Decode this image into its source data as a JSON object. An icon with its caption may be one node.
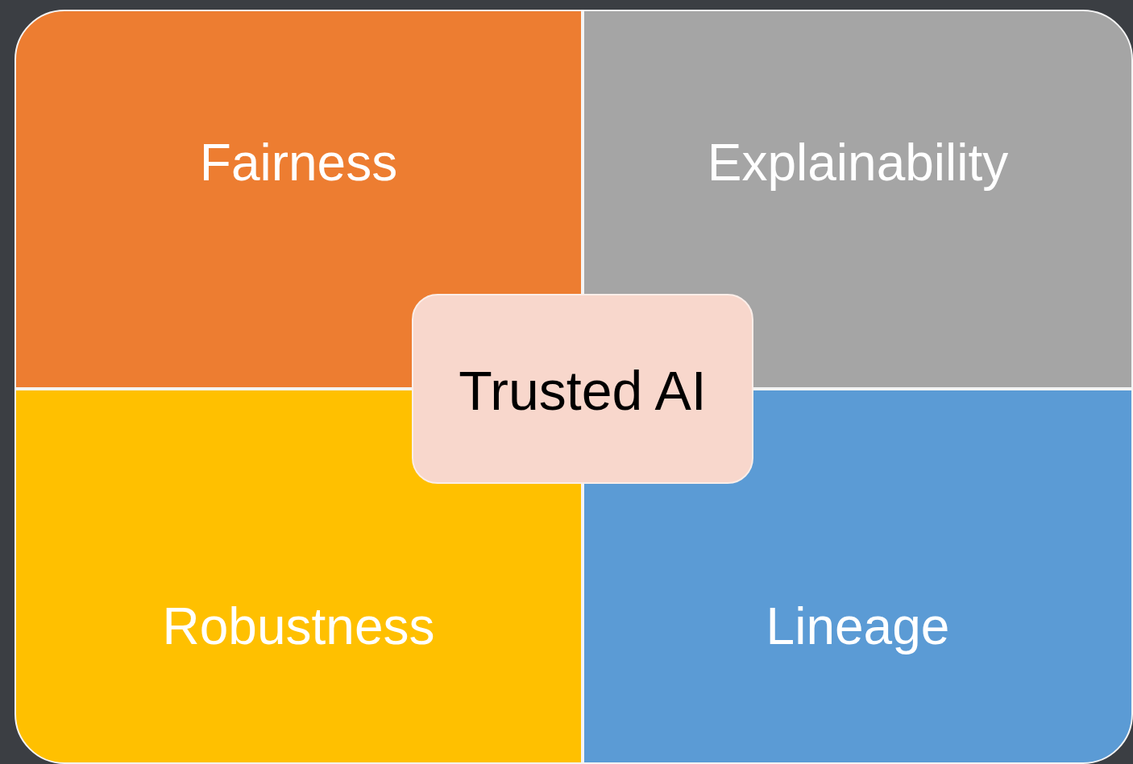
{
  "diagram": {
    "nodes": [
      {
        "text": [
          "Fairness"
        ]
      },
      {
        "text": [
          "Explainability"
        ]
      },
      {
        "text": [
          "Robustness"
        ]
      },
      {
        "text": [
          "Lineage"
        ]
      },
      {
        "text": [
          "Trusted AI"
        ]
      }
    ]
  }
}
